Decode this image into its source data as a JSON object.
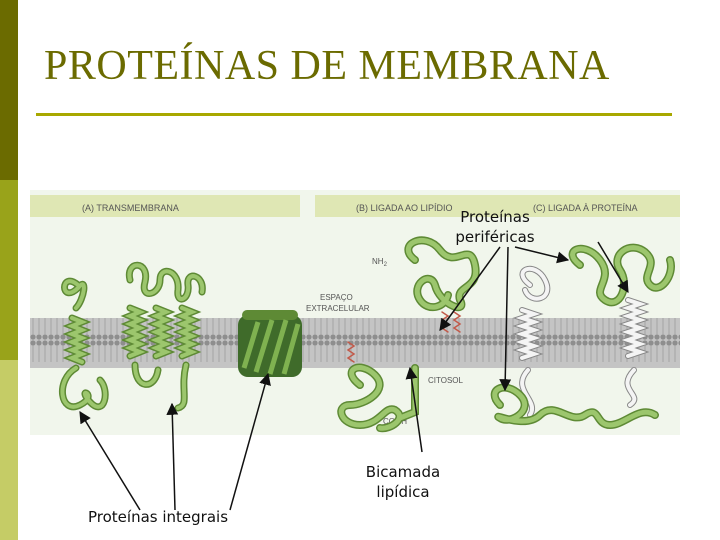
{
  "slide": {
    "title": "PROTEÍNAS DE MEMBRANA"
  },
  "figure": {
    "panel_a": "(A) TRANSMEMBRANA",
    "panel_b": "(B) LIGADA AO LIPÍDIO",
    "panel_c": "(C) LIGADA À PROTEÍNA",
    "extracellular_line1": "ESPAÇO",
    "extracellular_line2": "EXTRACELULAR",
    "cytosol": "CITOSOL",
    "nh2": "NH",
    "nh2_sub": "2",
    "cooh": "COOH"
  },
  "annotations": {
    "peripheral_line1": "Proteínas",
    "peripheral_line2": "periféricas",
    "bilayer_line1": "Bicamada",
    "bilayer_line2": "lipídica",
    "integral": "Proteínas integrais"
  },
  "colors": {
    "sidebar_dark": "#6b6b00",
    "sidebar_mid": "#99a31a",
    "sidebar_light": "#c5cc66",
    "title": "#6b6b00",
    "rule": "#a8a800",
    "protein": "#8dbb5e",
    "membrane": "#b3b3b3"
  }
}
